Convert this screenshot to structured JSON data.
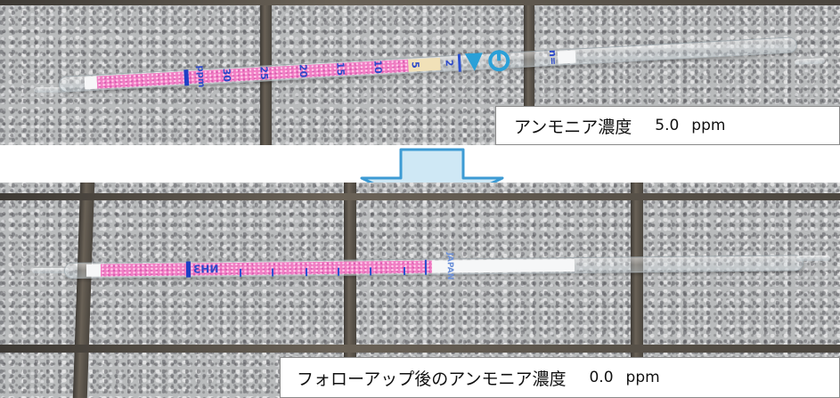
{
  "top_panel": {
    "label_text": "アンモニア濃度",
    "value": "5.0",
    "unit": "ppm",
    "tube_scale": {
      "unit_mark": "ppm",
      "ticks": [
        "30",
        "25",
        "20",
        "15",
        "10",
        "5",
        "2"
      ],
      "end_mark": "n="
    }
  },
  "bottom_panel": {
    "label_text": "フォローアップ後のアンモニア濃度",
    "value": "0.0",
    "unit": "ppm",
    "tube_marks": {
      "formula": "NH3",
      "origin": "JAPAN"
    }
  },
  "colors": {
    "indicator_pink": "#f17ec4",
    "scale_blue": "#2c49c9",
    "arrow_fill": "#cfe8f5",
    "arrow_stroke": "#3d9bd4"
  }
}
